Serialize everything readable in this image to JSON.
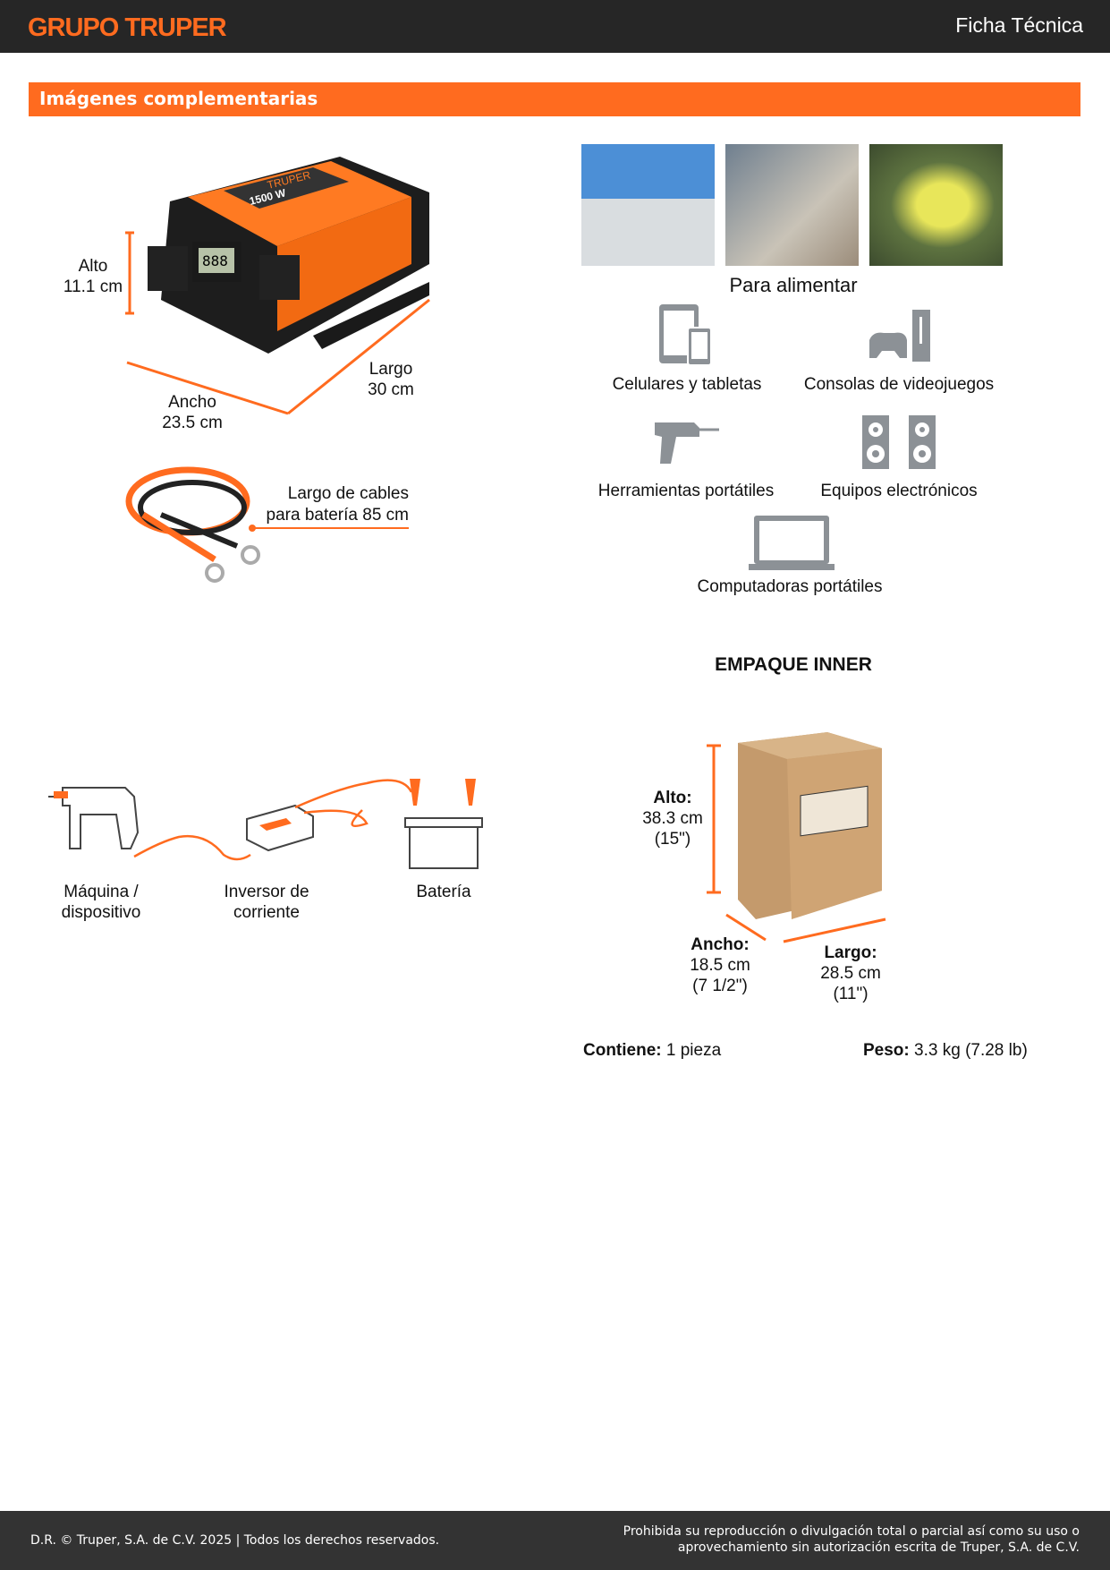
{
  "header": {
    "logo": "GRUPO TRUPER",
    "title": "Ficha Técnica"
  },
  "section": {
    "title": "Imágenes complementarias"
  },
  "product": {
    "alto_label": "Alto",
    "alto_value": "11.1 cm",
    "ancho_label": "Ancho",
    "ancho_value": "23.5 cm",
    "largo_label": "Largo",
    "largo_value": "30 cm",
    "display_text": "888",
    "brand_text": "TRUPER",
    "watt_text": "1500 W",
    "cable_line1": "Largo de cables",
    "cable_line2": "para batería 85 cm"
  },
  "uses": {
    "title": "Para alimentar",
    "items": [
      {
        "label": "Celulares y tabletas",
        "icon": "tablet-phone-icon"
      },
      {
        "label": "Consolas de videojuegos",
        "icon": "game-console-icon"
      },
      {
        "label": "Herramientas portátiles",
        "icon": "drill-icon"
      },
      {
        "label": "Equipos electrónicos",
        "icon": "speakers-icon"
      },
      {
        "label": "Computadoras portátiles",
        "icon": "laptop-icon"
      }
    ]
  },
  "connection": {
    "device_line1": "Máquina /",
    "device_line2": "dispositivo",
    "inverter_line1": "Inversor de",
    "inverter_line2": "corriente",
    "battery": "Batería"
  },
  "package": {
    "title": "EMPAQUE INNER",
    "alto_label": "Alto:",
    "alto_cm": "38.3 cm",
    "alto_in": "(15\")",
    "ancho_label": "Ancho:",
    "ancho_cm": "18.5 cm",
    "ancho_in": "(7 1/2\")",
    "largo_label": "Largo:",
    "largo_cm": "28.5 cm",
    "largo_in": "(11\")",
    "contiene_label": "Contiene:",
    "contiene_value": "1 pieza",
    "peso_label": "Peso:",
    "peso_value": "3.3 kg (7.28 lb)"
  },
  "footer": {
    "left": "D.R. © Truper, S.A. de C.V. 2025 | Todos los derechos reservados.",
    "right_line1": "Prohibida su reproducción o divulgación total o parcial así como su uso o",
    "right_line2": "aprovechamiento sin autorización escrita de Truper, S.A. de C.V."
  },
  "colors": {
    "accent": "#ff6b1f",
    "header_bg": "#262626",
    "footer_bg": "#333333",
    "icon_gray": "#8c9196"
  }
}
